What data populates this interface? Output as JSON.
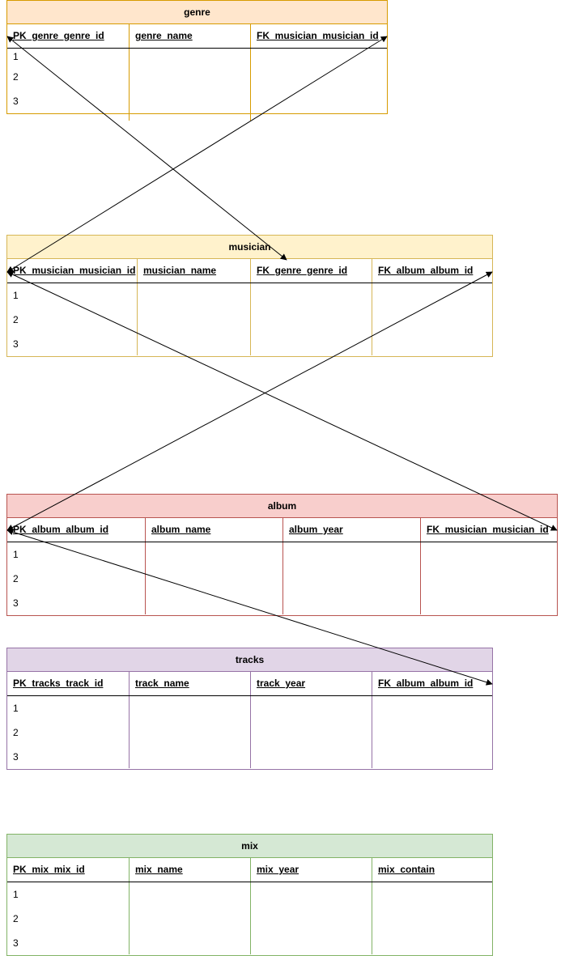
{
  "tables": [
    {
      "id": "genre",
      "title": "genre",
      "fill": "#ffe6cc",
      "stroke": "#d79b00",
      "columns": [
        "PK_genre_genre_id",
        "genre_name",
        "FK_musician_musician_id"
      ],
      "rows": [
        "1",
        "2",
        "3"
      ]
    },
    {
      "id": "musician",
      "title": "musician",
      "fill": "#fff2cc",
      "stroke": "#d6b656",
      "columns": [
        "PK_musician_musician_id",
        "musician_name",
        "FK_genre_genre_id",
        "FK_album_album_id"
      ],
      "rows": [
        "1",
        "2",
        "3"
      ]
    },
    {
      "id": "album",
      "title": "album",
      "fill": "#f8cecc",
      "stroke": "#b85450",
      "columns": [
        "PK_album_album_id",
        "album_name",
        "album_year",
        "FK_musician_musician_id"
      ],
      "rows": [
        "1",
        "2",
        "3"
      ]
    },
    {
      "id": "tracks",
      "title": "tracks",
      "fill": "#e1d5e7",
      "stroke": "#9673a6",
      "columns": [
        "PK_tracks_track_id",
        "track_name",
        "track_year",
        "FK_album_album_id"
      ],
      "rows": [
        "1",
        "2",
        "3"
      ]
    },
    {
      "id": "mix",
      "title": "mix",
      "fill": "#d5e8d4",
      "stroke": "#82b366",
      "columns": [
        "PK_mix_mix_id",
        "mix_name",
        "mix_year",
        "mix_contain"
      ],
      "rows": [
        "1",
        "2",
        "3"
      ]
    }
  ],
  "connectors": [
    {
      "from": "genre.PK_genre_genre_id",
      "to": "musician.FK_genre_genre_id"
    },
    {
      "from": "genre.FK_musician_musician_id",
      "to": "musician.PK_musician_musician_id"
    },
    {
      "from": "musician.PK_musician_musician_id",
      "to": "album.FK_musician_musician_id"
    },
    {
      "from": "musician.FK_album_album_id",
      "to": "album.PK_album_album_id"
    },
    {
      "from": "album.PK_album_album_id",
      "to": "tracks.FK_album_album_id"
    }
  ]
}
